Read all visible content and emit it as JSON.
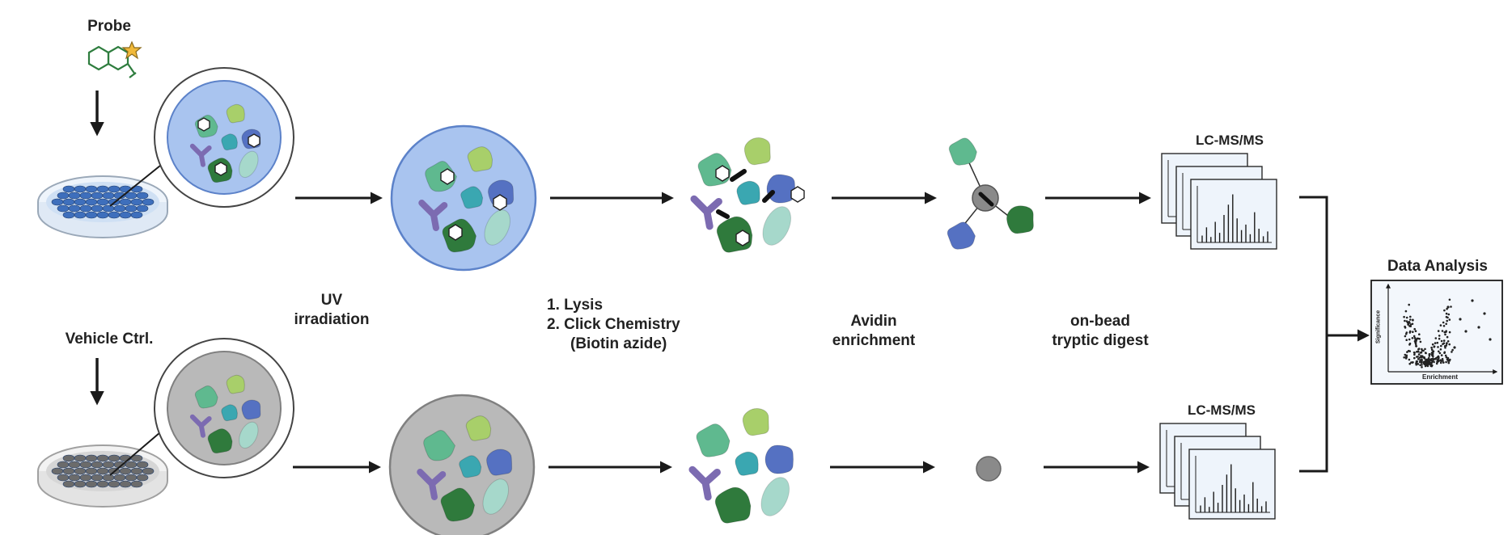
{
  "labels": {
    "probe": "Probe",
    "vehicle": "Vehicle Ctrl.",
    "uv_line1": "UV",
    "uv_line2": "irradiation",
    "lysis_step1": "1.  Lysis",
    "lysis_step2": "2.  Click Chemistry",
    "lysis_step3": "(Biotin azide)",
    "avidin_line1": "Avidin",
    "avidin_line2": "enrichment",
    "digest_line1": "on-bead",
    "digest_line2": "tryptic digest",
    "lcms_top": "LC-MS/MS",
    "lcms_bottom": "LC-MS/MS",
    "data_analysis": "Data Analysis",
    "plot_ylabel": "Significance",
    "plot_xlabel": "Enrichment"
  },
  "colors": {
    "cell_probe": "#a9c4ef",
    "cell_probe_border": "#5c82c9",
    "cell_vehicle": "#b9b9b9",
    "cell_vehicle_border": "#808080",
    "dish_cells_probe": "#3e6fbc",
    "dish_cells_vehicle": "#6b6b6b",
    "protein_teal": "#3aa7b1",
    "protein_mint": "#5fb98f",
    "protein_lime": "#a8cf6a",
    "protein_purple": "#7c6bb1",
    "protein_blue": "#5571c2",
    "protein_dark_green": "#2f7a3c",
    "protein_pale": "#a6d8cb",
    "bead": "#8a8a8a",
    "arrow": "#1a1a1a"
  }
}
